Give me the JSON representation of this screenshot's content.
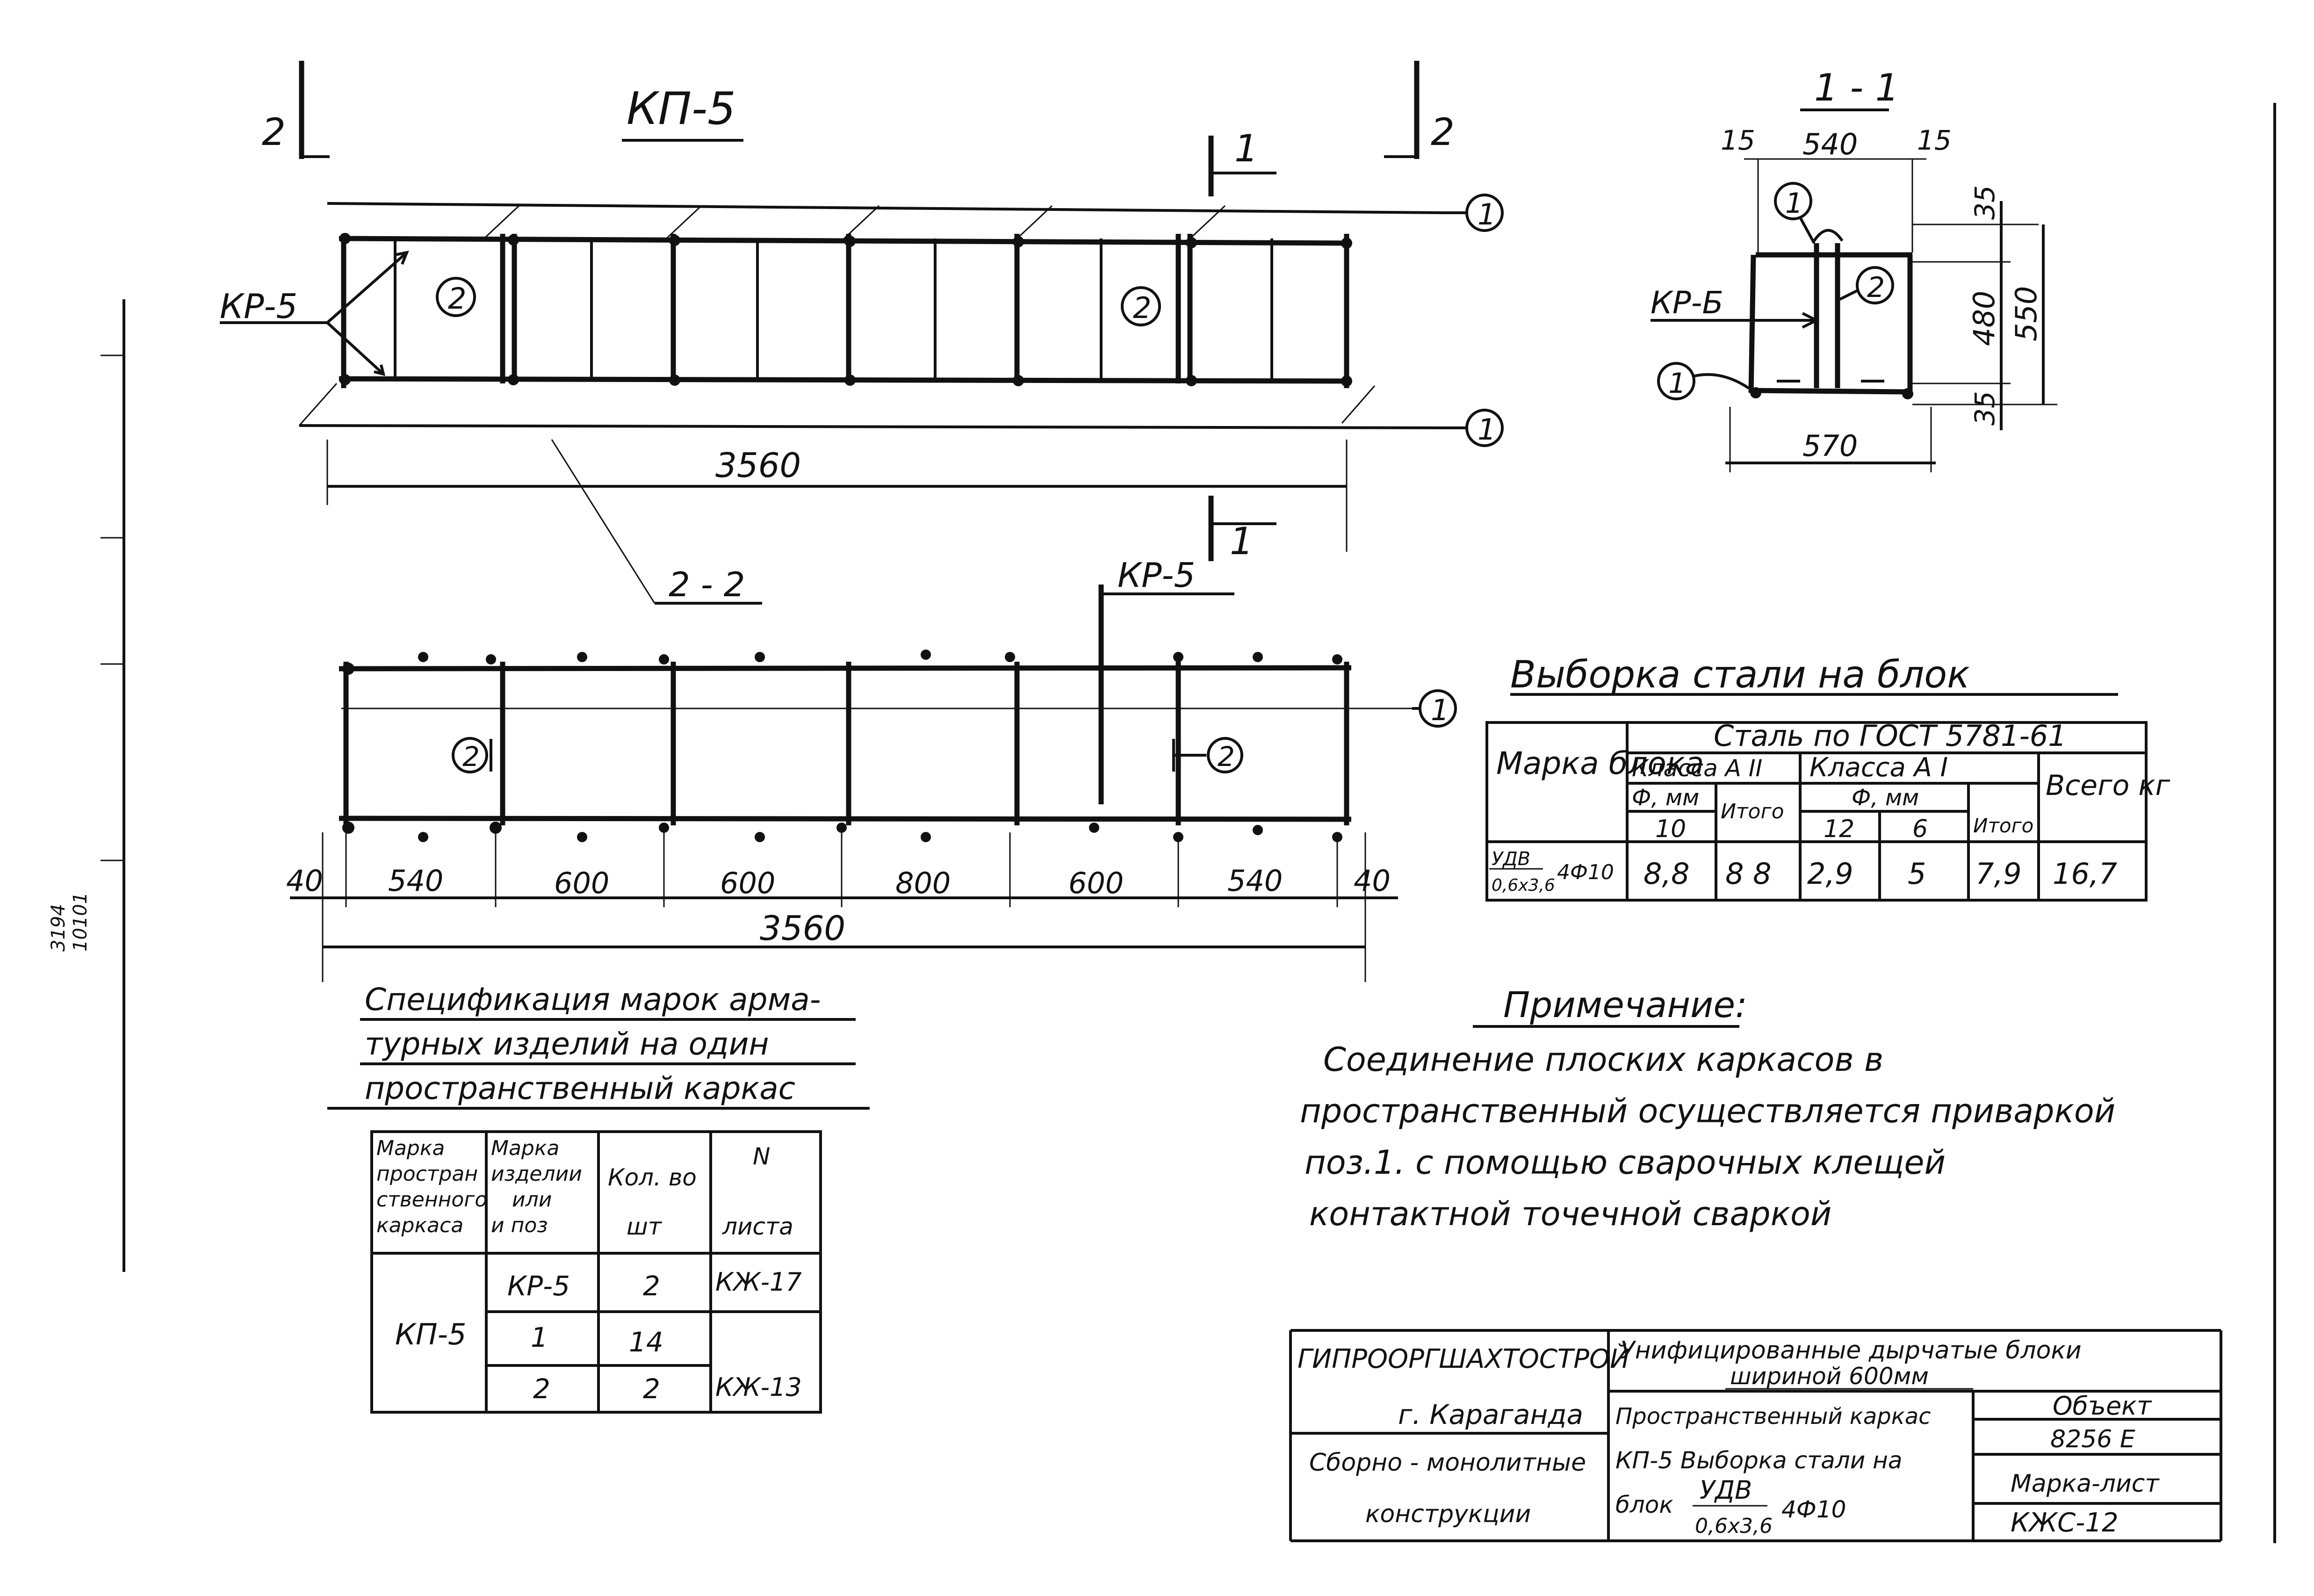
{
  "main_view": {
    "title": "КП-5",
    "section_mark": "2",
    "cut_mark": "1",
    "frame_label": "КР-5",
    "pos_1": "1",
    "pos_2": "2",
    "length": "3560",
    "section_ref": "2 - 2"
  },
  "section_view": {
    "frame_label": "КР-5",
    "pos_1": "1",
    "pos_2": "2",
    "dims": [
      "40",
      "540",
      "600",
      "600",
      "800",
      "600",
      "540",
      "40"
    ],
    "length": "3560"
  },
  "cross_section": {
    "title": "1 - 1",
    "left_edge": "15",
    "width": "540",
    "right_edge": "15",
    "frame_label": "КР-Б",
    "pos_1": "1",
    "pos_2": "2",
    "dim_top": "35",
    "dim_mid": "480",
    "dim_total": "550",
    "dim_bottom": "35",
    "bottom_width": "570"
  },
  "steel_table": {
    "title": "Выборка стали на блок",
    "header_mark": "Марка блока",
    "header_steel": "Сталь по ГОСТ 5781-61",
    "header_class_a2": "Класса А II",
    "header_class_a1": "Класса А I",
    "header_total": "Всего кг",
    "header_dia_mm": "Ф, мм",
    "header_dia_10": "10",
    "header_itogo": "Итого",
    "header_dia_12": "12",
    "header_dia_6": "6",
    "row_mark_top": "УДВ",
    "row_mark_bottom": "0,6х3,6",
    "row_mark_suffix": "4Ф10",
    "row_values": [
      "8,8",
      "8 8",
      "2,9",
      "5",
      "7,9",
      "16,7"
    ]
  },
  "spec_table": {
    "title_line1": "Спецификация марок арма-",
    "title_line2": "турных изделий на один",
    "title_line3": "пространственный каркас",
    "headers": [
      [
        "Марка",
        "простран",
        "ственного",
        "каркаса"
      ],
      [
        "Марка",
        "изделии",
        "или",
        "и поз"
      ],
      [
        "Кол. во",
        "шт"
      ],
      [
        "N",
        "листа"
      ]
    ],
    "frame": "КП-5",
    "rows": [
      {
        "item": "КР-5",
        "qty": "2",
        "sheet": "КЖ-17"
      },
      {
        "item": "1",
        "qty": "14",
        "sheet": ""
      },
      {
        "item": "2",
        "qty": "2",
        "sheet": "КЖ-13"
      }
    ]
  },
  "note": {
    "title": "Примечание:",
    "lines": [
      "Соединение плоских каркасов в",
      "пространственный осуществляется приваркой",
      "поз.1. с помощью сварочных клещей",
      "контактной точечной сваркой"
    ]
  },
  "title_block": {
    "org": "ГИПРООРГШАХТОСТРОЙ",
    "city": "г. Караганда",
    "dept_line1": "Сборно - монолитные",
    "dept_line2": "конструкции",
    "subject_line1": "Унифицированные дырчатые блоки",
    "subject_line2": "шириной 600мм",
    "sheet_line1": "Пространственный каркас",
    "sheet_line2": "КП-5 Выборка стали на",
    "sheet_line3": "блок",
    "sheet_mark_top": "УДВ",
    "sheet_mark_bottom": "0,6х3,6",
    "sheet_mark_suffix": "4Ф10",
    "object_label": "Объект",
    "object_value": "8256 Е",
    "mark_label": "Марка-лист",
    "mark_value": "КЖС-12"
  },
  "margin": {
    "line1": "3194",
    "line2": "10101"
  }
}
